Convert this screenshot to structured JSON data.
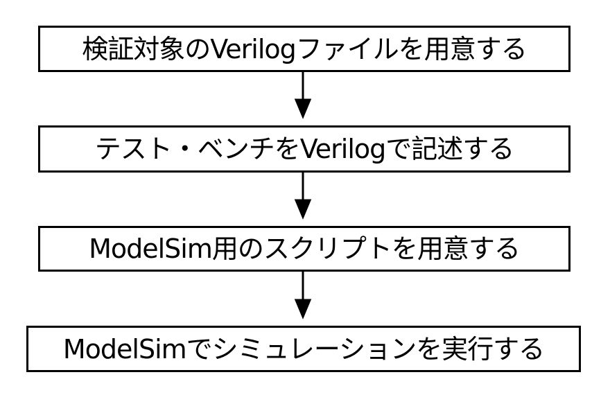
{
  "diagram": {
    "steps": [
      {
        "label": "検証対象のVerilogファイルを用意する"
      },
      {
        "label": "テスト・ベンチをVerilogで記述する"
      },
      {
        "label": "ModelSim用のスクリプトを用意する"
      },
      {
        "label": "ModelSimでシミュレーションを実行する"
      }
    ],
    "colors": {
      "stroke": "#000000",
      "background": "#ffffff"
    }
  }
}
